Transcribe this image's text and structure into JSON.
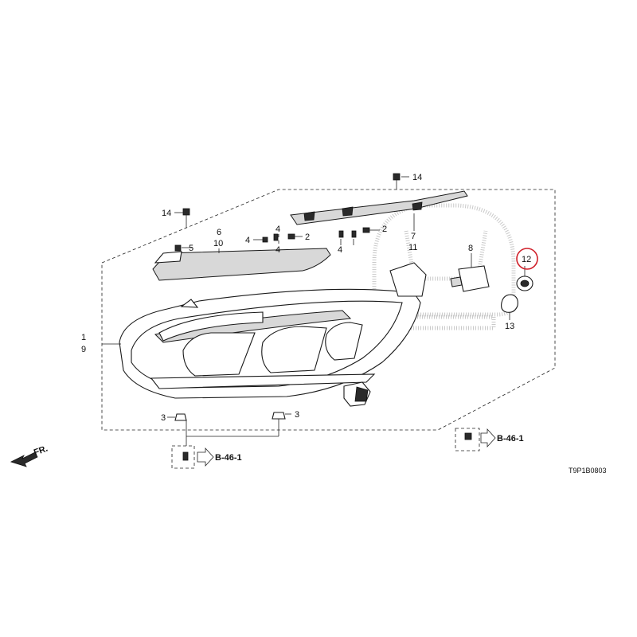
{
  "callouts": {
    "c1": "1",
    "c2a": "2",
    "c2b": "2",
    "c3a": "3",
    "c3b": "3",
    "c4a": "4",
    "c4b": "4",
    "c4c": "4",
    "c4d": "4",
    "c5": "5",
    "c6": "6",
    "c7": "7",
    "c8": "8",
    "c9": "9",
    "c10": "10",
    "c11": "11",
    "c12": "12",
    "c13": "13",
    "c14a": "14",
    "c14b": "14"
  },
  "references": {
    "left": "B-46-1",
    "right": "B-46-1"
  },
  "front_indicator": "FR.",
  "diagram_code": "T9P1B0803",
  "highlight_color": "#d0202a"
}
